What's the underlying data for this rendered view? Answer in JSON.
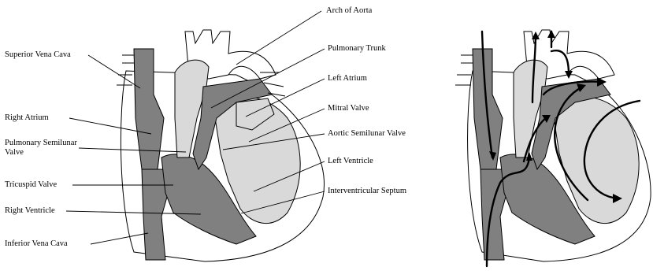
{
  "labels": {
    "arch_of_aorta": "Arch of Aorta",
    "superior_vena_cava": "Superior Vena Cava",
    "pulmonary_trunk": "Pulmonary Trunk",
    "left_atrium": "Left Atrium",
    "right_atrium": "Right Atrium",
    "mitral_valve": "Mitral Valve",
    "pulmonary_semilunar_valve_line1": "Pulmonary Semilunar",
    "pulmonary_semilunar_valve_line2": "Valve",
    "aortic_semilunar_valve": "Aortic Semilunar Valve",
    "left_ventricle": "Left Ventricle",
    "tricuspid_valve": "Tricuspid Valve",
    "interventricular_septum": "Interventricular Septum",
    "right_ventricle": "Right Ventricle",
    "inferior_vena_cava": "Inferior Vena Cava"
  },
  "colors": {
    "dark_tissue": "#808080",
    "light_tissue": "#d9d9d9",
    "outline": "#000000",
    "background": "#ffffff"
  }
}
